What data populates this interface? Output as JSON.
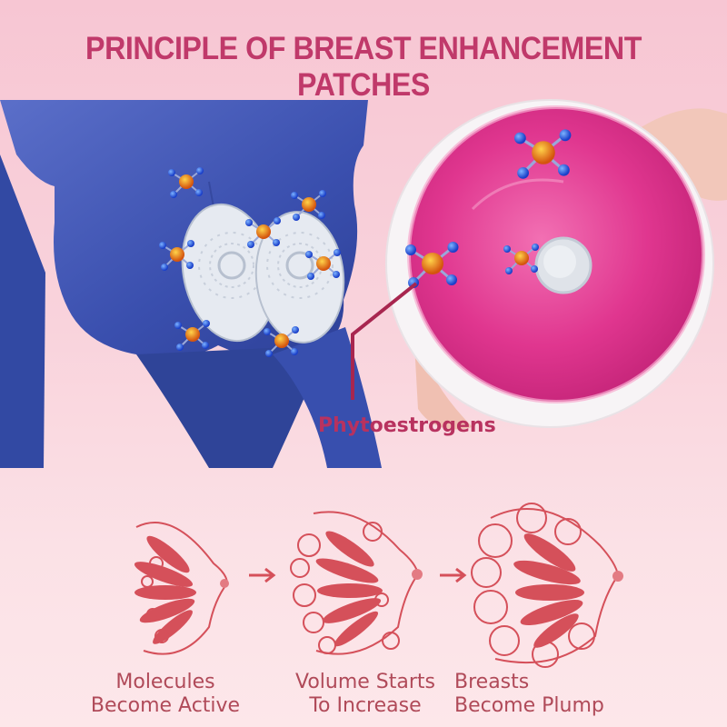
{
  "title": "PRINCIPLE OF BREAST ENHANCEMENT PATCHES",
  "callout": "Phytoestrogens",
  "steps": [
    {
      "line1": "Molecules",
      "line2": "Become Active"
    },
    {
      "line1": "Volume Starts",
      "line2": "To Increase"
    },
    {
      "line1": "Breasts",
      "line2": "Become Plump"
    }
  ],
  "colors": {
    "title": "#c0396a",
    "callout": "#b8325f",
    "step_text": "#b04a59",
    "body": "#3f57b8",
    "patch": "#e0368f",
    "diagram": "#d5505a"
  },
  "icons": [
    "molecule-icon",
    "arrow-right-icon"
  ]
}
